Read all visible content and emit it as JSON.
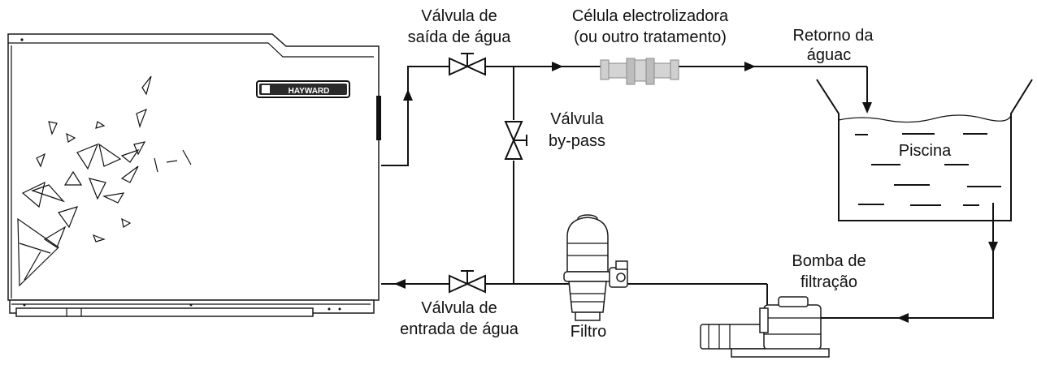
{
  "labels": {
    "outlet_valve": [
      "Válvula de",
      "saída de água"
    ],
    "cell": [
      "Célula electrolizadora",
      "(ou outro tratamento)"
    ],
    "return": [
      "Retorno da",
      "águac"
    ],
    "bypass_valve": [
      "Válvula",
      "by-pass"
    ],
    "pool": "Piscina",
    "pump": [
      "Bomba de",
      "filtração"
    ],
    "inlet_valve": [
      "Válvula de",
      "entrada de água"
    ],
    "filter": "Filtro",
    "brand": "HAYWARD"
  },
  "colors": {
    "line": "#111111",
    "cell_fill": "#c9c9c9"
  }
}
